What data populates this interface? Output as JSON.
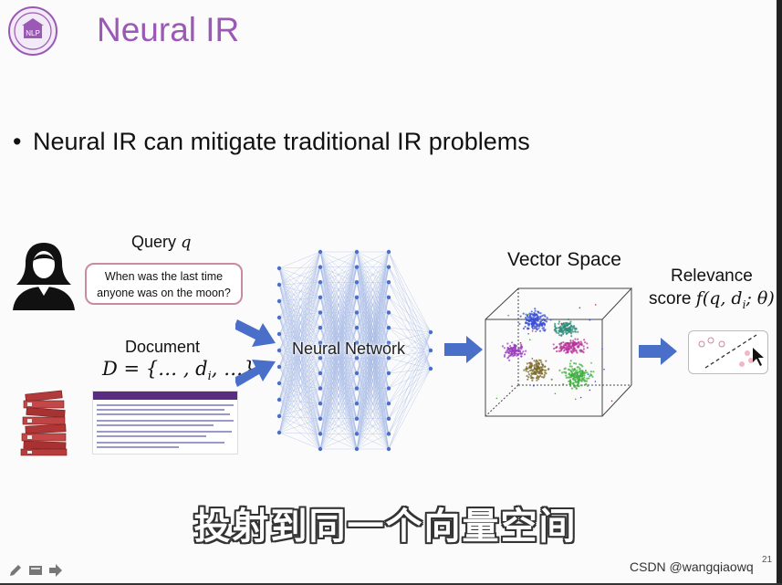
{
  "slide": {
    "title": "Neural IR",
    "bullet": "Neural IR can mitigate traditional IR problems",
    "logo_text": "NLP"
  },
  "diagram": {
    "query_label": "Query",
    "query_var": "q",
    "query_text_line1": "When was the last time",
    "query_text_line2": "anyone was on the moon?",
    "document_label": "Document",
    "document_formula": "D = {… , d",
    "document_formula_sub": "i",
    "document_formula_end": ", …}",
    "network_label": "Neural Network",
    "vector_space_label": "Vector Space",
    "relevance_label_line1": "Relevance",
    "relevance_label_line2_prefix": "score ",
    "relevance_formula": "f(q, d",
    "relevance_formula_sub": "i",
    "relevance_formula_end": "; θ)"
  },
  "subtitle": "投射到同一个向量空间",
  "watermark": "CSDN @wangqiaowq",
  "page_number": "21",
  "icons": [
    "person-icon",
    "books-icon",
    "pen-icon",
    "screen-icon",
    "next-arrow-icon"
  ],
  "colors": {
    "title": "#9b59b6",
    "arrow": "#4a6fc9",
    "network": "#6b8fd6",
    "query_border": "#c98aa3"
  }
}
